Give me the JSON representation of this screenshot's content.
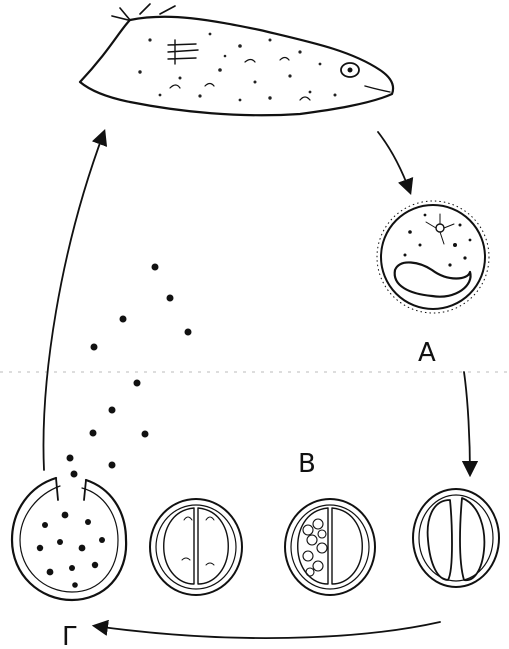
{
  "figure": {
    "labels": {
      "a": "А",
      "b": "В",
      "g": "Г"
    }
  }
}
